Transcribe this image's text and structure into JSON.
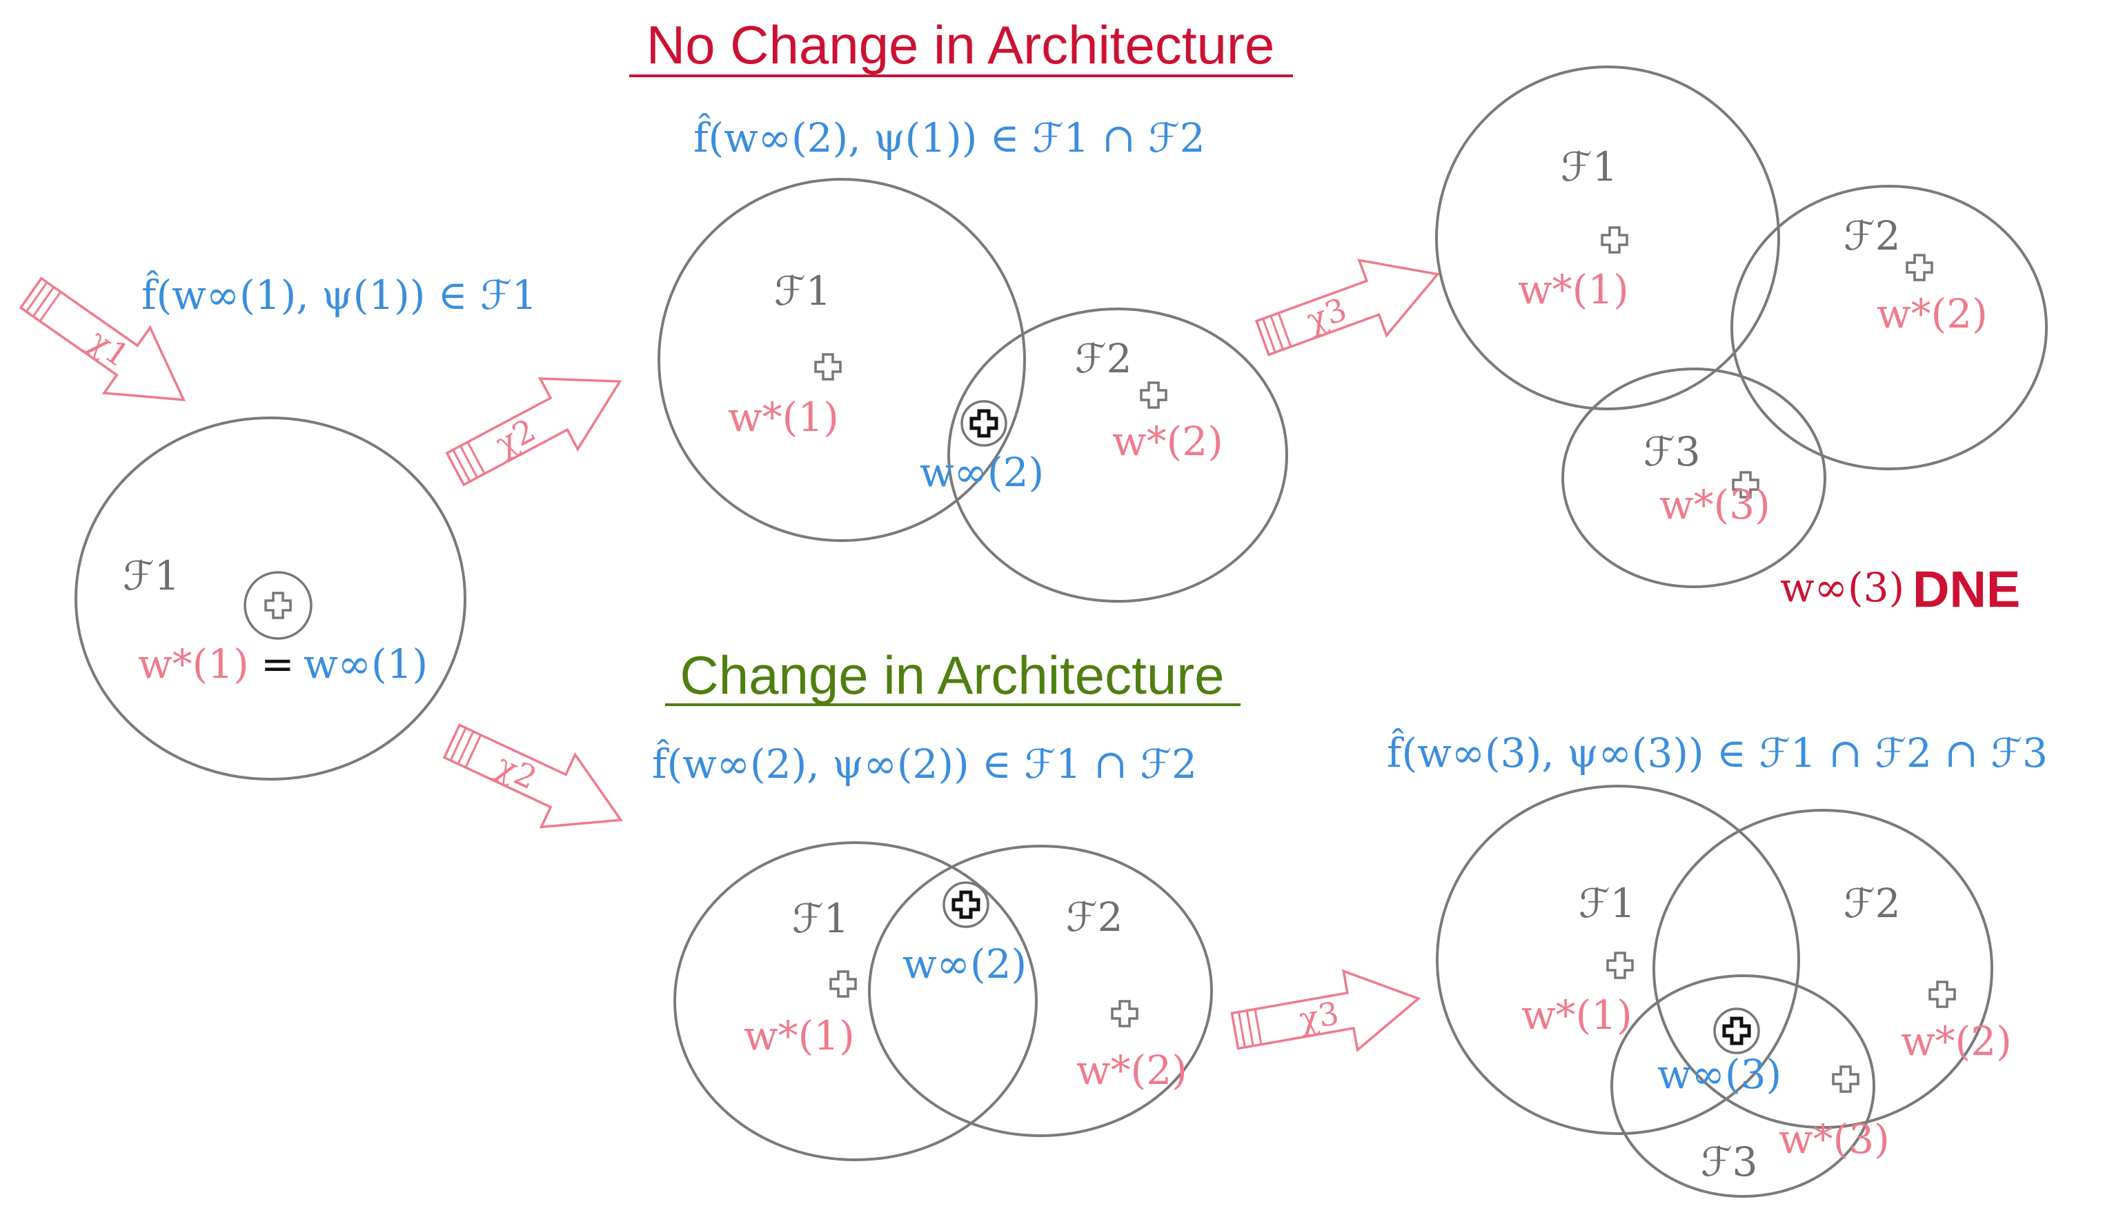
{
  "titles": {
    "no_change": "No Change in Architecture",
    "change": "Change in Architecture"
  },
  "formulas": {
    "left": "f̂(w∞(1), ψ(1))  ∈ ℱ1",
    "top_middle": "f̂(w∞(2), ψ(1))  ∈ ℱ1 ∩ ℱ2",
    "bottom_middle": "f̂(w∞(2), ψ∞(2))  ∈ ℱ1 ∩ ℱ2",
    "bottom_right": "f̂(w∞(3), ψ∞(3)) ∈ ℱ1 ∩ ℱ2 ∩ ℱ3"
  },
  "arrows": {
    "chi1": "χ1",
    "chi2_top": "χ2",
    "chi2_bottom": "χ2",
    "chi3_top": "χ3",
    "chi3_bottom": "χ3"
  },
  "left_panel": {
    "set_label": "ℱ1",
    "w_star": "w*(1)",
    "equals": "=",
    "w_inf": "w∞(1)"
  },
  "top_middle": {
    "f1": "ℱ1",
    "f2": "ℱ2",
    "w_star_1": "w*(1)",
    "w_star_2": "w*(2)",
    "w_inf": "w∞(2)"
  },
  "top_right": {
    "f1": "ℱ1",
    "f2": "ℱ2",
    "f3": "ℱ3",
    "w_star_1": "w*(1)",
    "w_star_2": "w*(2)",
    "w_star_3": "w*(3)",
    "w_inf": "w∞(3)",
    "dne": "DNE"
  },
  "bottom_middle": {
    "f1": "ℱ1",
    "f2": "ℱ2",
    "w_star_1": "w*(1)",
    "w_star_2": "w*(2)",
    "w_inf": "w∞(2)"
  },
  "bottom_right": {
    "f1": "ℱ1",
    "f2": "ℱ2",
    "f3": "ℱ3",
    "w_star_1": "w*(1)",
    "w_star_2": "w*(2)",
    "w_star_3": "w*(3)",
    "w_inf": "w∞(3)"
  },
  "colors": {
    "title_red": "#cc1133",
    "title_green": "#4f7f10",
    "formula_blue": "#3a8edc",
    "w_star_pink": "#ee7b8b",
    "set_gray": "#6f6f6f",
    "arrow_pink": "#ee7b8b"
  }
}
